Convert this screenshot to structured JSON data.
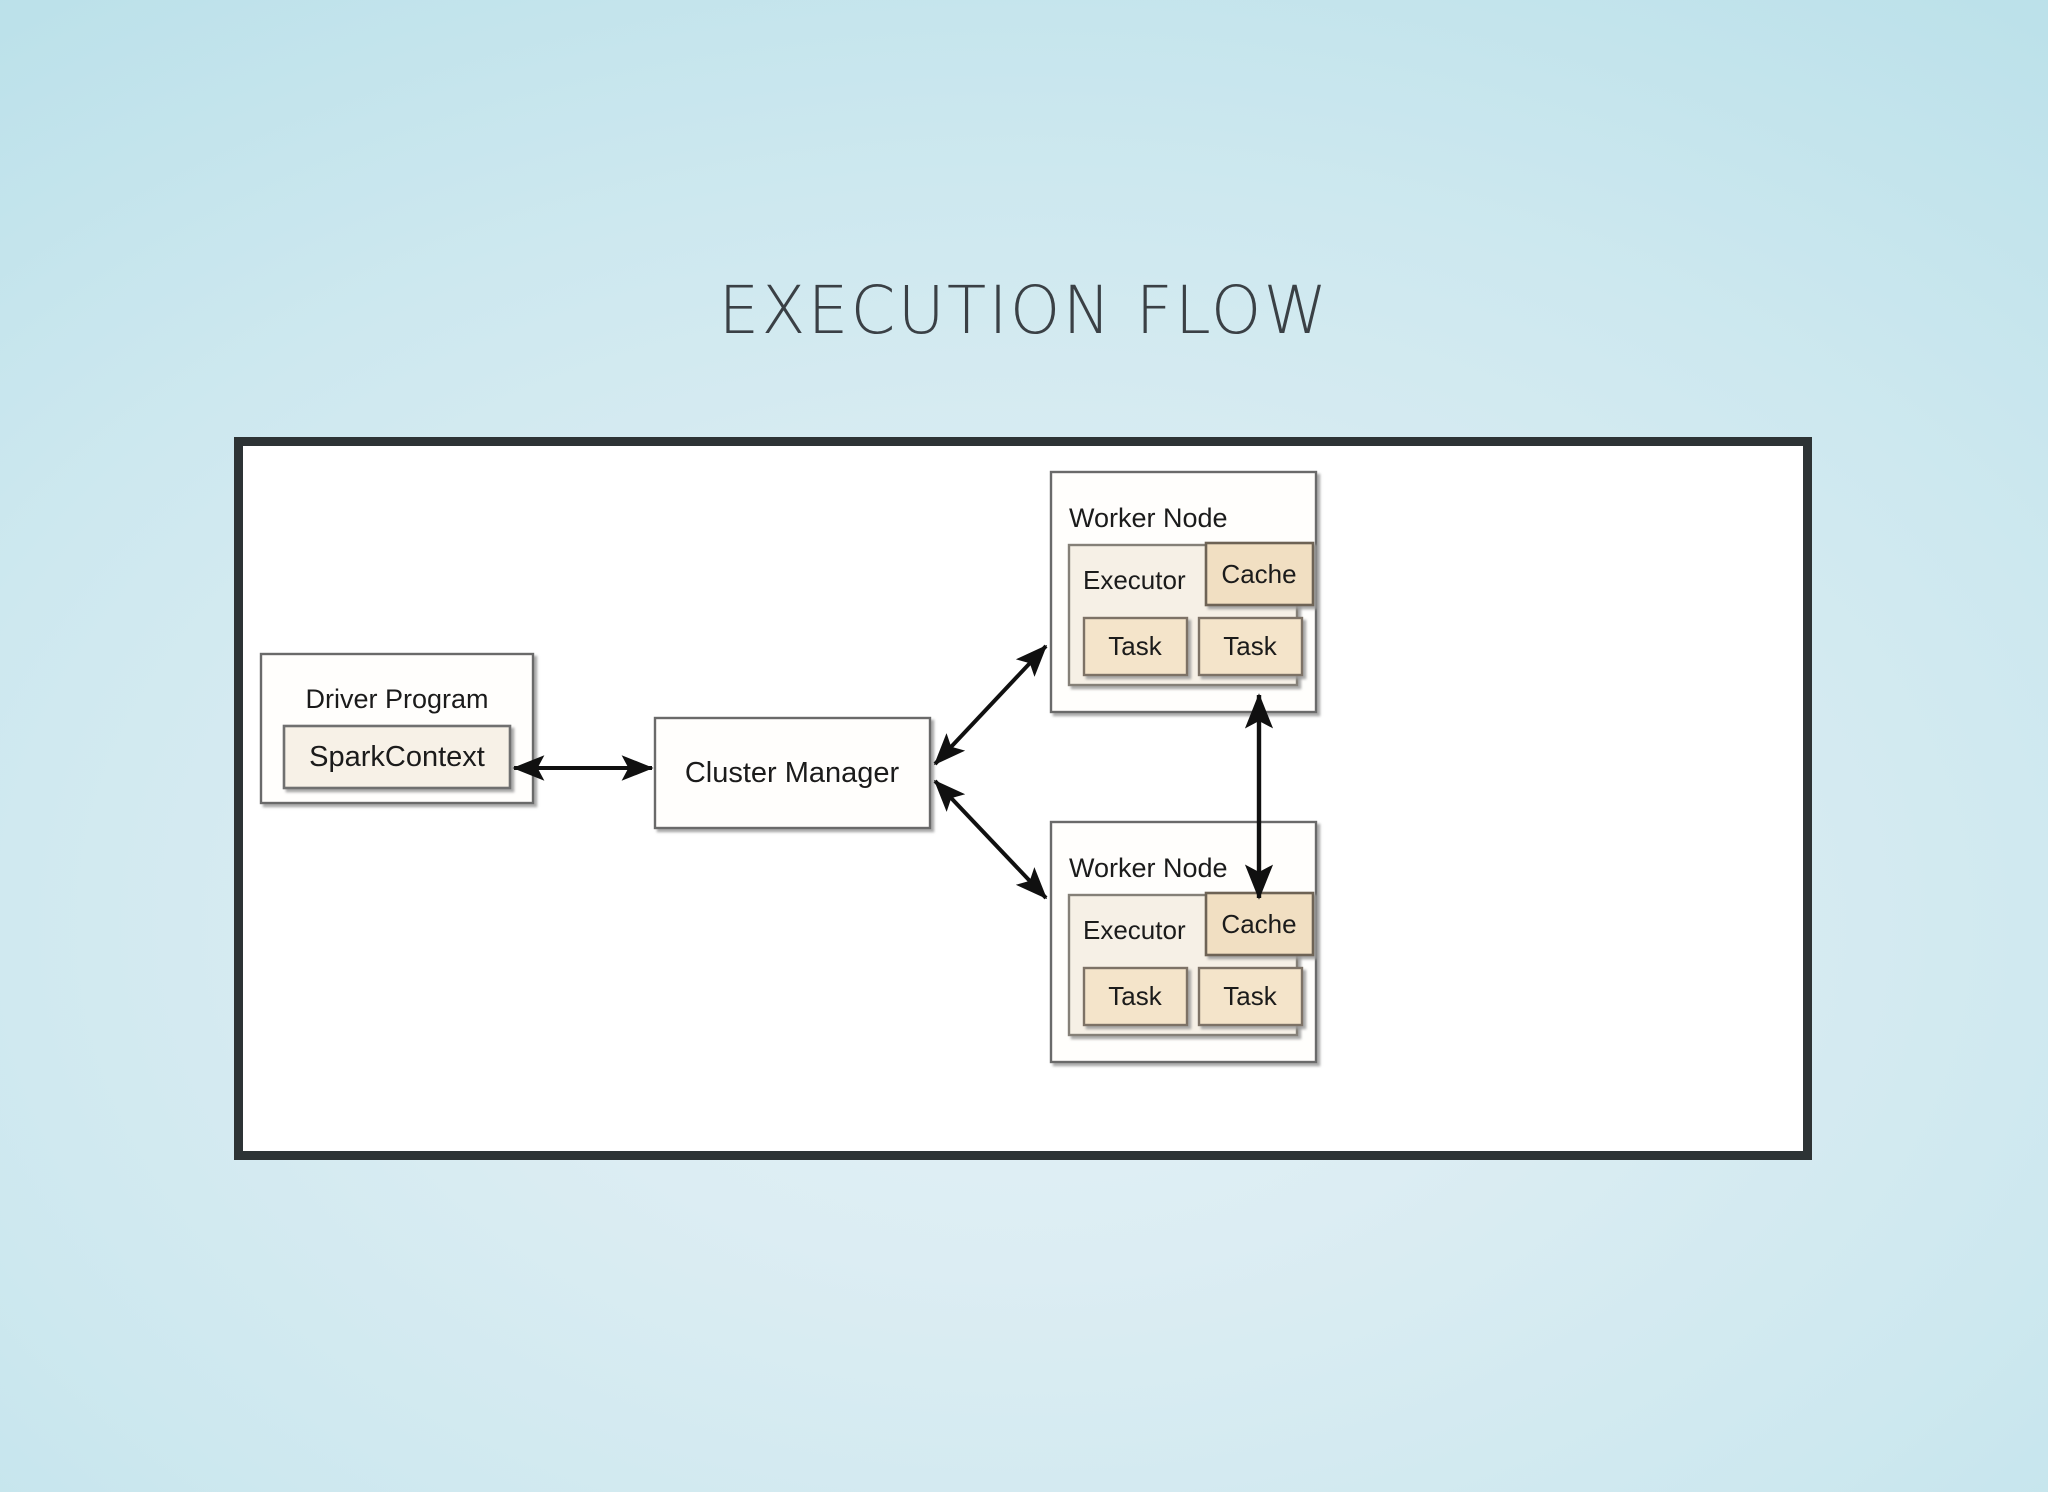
{
  "slide": {
    "title": "EXECUTION FLOW"
  },
  "diagram": {
    "type": "spark-cluster-architecture",
    "driver": {
      "title": "Driver Program",
      "context_label": "SparkContext"
    },
    "cluster_manager": {
      "label": "Cluster Manager"
    },
    "workers": [
      {
        "title": "Worker Node",
        "executor_label": "Executor",
        "cache_label": "Cache",
        "tasks": [
          "Task",
          "Task"
        ]
      },
      {
        "title": "Worker Node",
        "executor_label": "Executor",
        "cache_label": "Cache",
        "tasks": [
          "Task",
          "Task"
        ]
      }
    ],
    "connections": [
      {
        "name": "sparkcontext-cluster-manager",
        "from": "SparkContext",
        "to": "Cluster Manager",
        "direction": "bidirectional"
      },
      {
        "name": "cluster-manager-worker-top",
        "from": "Cluster Manager",
        "to": "Worker Node (top)",
        "direction": "bidirectional"
      },
      {
        "name": "cluster-manager-worker-bottom",
        "from": "Cluster Manager",
        "to": "Worker Node (bottom)",
        "direction": "bidirectional"
      },
      {
        "name": "cache-cache",
        "from": "Cache (top)",
        "to": "Cache (bottom)",
        "direction": "bidirectional"
      }
    ]
  },
  "colors": {
    "background_outer": "#aedce7",
    "background_inner": "#e2f1f6",
    "panel_border": "#2d3335",
    "panel_fill": "#ffffff",
    "box_stroke": "#6b6b6b",
    "box_stroke_dark": "#575757",
    "executor_fill": "#f6f0e6",
    "cache_fill": "#f1dfc2",
    "task_fill": "#f4e4ca",
    "sparkcontext_fill": "#f7f1e7",
    "arrow": "#101010",
    "title_text": "#3a4045"
  }
}
